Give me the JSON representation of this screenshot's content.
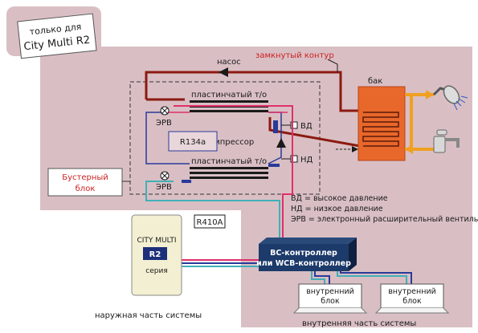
{
  "badge": {
    "line1": "только для",
    "line2": "City Multi R2"
  },
  "closed_loop": "замкнутый контур",
  "pump": "насос",
  "tank": "бак",
  "plate_hx_top": "пластинчатый т/о",
  "plate_hx_bottom": "пластинчатый т/о",
  "erv_top": "ЭРВ",
  "erv_bottom": "ЭРВ",
  "refrigerant_inner": "R134a",
  "compressor": "компрессор",
  "high_pressure": "ВД",
  "low_pressure": "НД",
  "booster": {
    "line1": "Бустерный",
    "line2": "блок"
  },
  "legend": [
    "ВД = высокое давление",
    "НД = низкое давление",
    "ЭРВ = электронный расширительный вентиль"
  ],
  "refrigerant_outer": "R410A",
  "outdoor_unit": {
    "brand": "CITY MULTI",
    "model": "R2",
    "series": "серия"
  },
  "controller": {
    "line1": "ВС-контроллер",
    "line2": "или WCB-контроллер"
  },
  "indoor_units": [
    {
      "line1": "внутренний",
      "line2": "блок"
    },
    {
      "line1": "внутренний",
      "line2": "блок"
    }
  ],
  "outdoor_caption": "наружная часть системы",
  "indoor_caption": "внутренняя часть системы",
  "colors": {
    "panel": "#d9bfc4",
    "water_loop": "#8b1a10",
    "hot_water": "#f0a020",
    "refrigerant_high": "#e0306a",
    "refrigerant_low": "#40b0b8",
    "refrigerant_inner_line": "#2a3a9a",
    "controller": "#1c3a6a",
    "accent_red": "#cc2020"
  }
}
